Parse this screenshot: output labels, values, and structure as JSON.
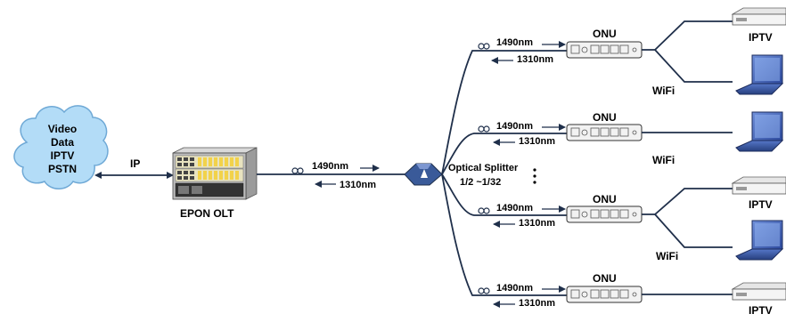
{
  "cloud": {
    "lines": [
      "Video",
      "Data",
      "IPTV",
      "PSTN"
    ]
  },
  "link_ip": "IP",
  "olt": {
    "label": "EPON OLT"
  },
  "trunk": {
    "down": "1490nm",
    "up": "1310nm"
  },
  "splitter": {
    "label": "Optical Splitter",
    "ratio": "1/2 ~1/32"
  },
  "branches": [
    {
      "down": "1490nm",
      "up": "1310nm",
      "onu": "ONU",
      "devices": [
        "IPTV",
        "WiFi"
      ]
    },
    {
      "down": "1490nm",
      "up": "1310nm",
      "onu": "ONU",
      "devices": [
        "WiFi"
      ]
    },
    {
      "down": "1490nm",
      "up": "1310nm",
      "onu": "ONU",
      "devices": [
        "IPTV",
        "WiFi"
      ]
    },
    {
      "down": "1490nm",
      "up": "1310nm",
      "onu": "ONU",
      "devices": [
        "IPTV"
      ]
    }
  ],
  "colors": {
    "cloud_fill": "#b3dcf7",
    "line": "#1f2f4a",
    "splitter": "#3a5a99"
  }
}
